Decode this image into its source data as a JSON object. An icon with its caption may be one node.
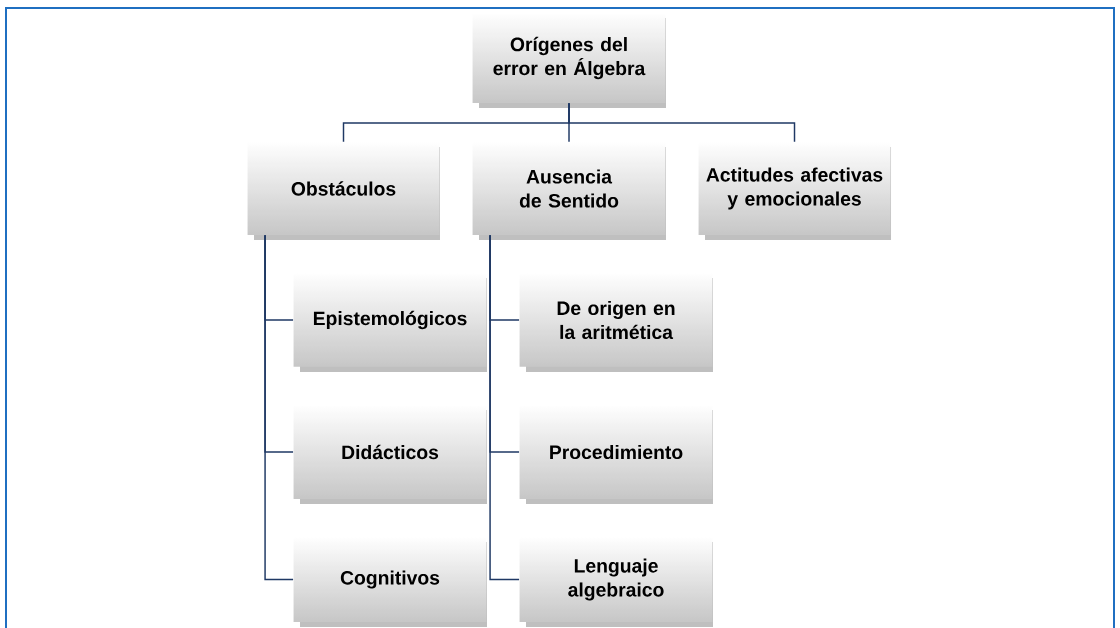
{
  "diagram": {
    "nodes": [
      {
        "text": [
          "Orígenes del error en Álgebra"
        ]
      },
      {
        "text": [
          "Obstáculos"
        ]
      },
      {
        "text": [
          "Ausencia de Sentido"
        ]
      },
      {
        "text": [
          "Actitudes afectivas y emocionales"
        ]
      },
      {
        "text": [
          "Epistemológicos"
        ]
      },
      {
        "text": [
          "Didácticos"
        ]
      },
      {
        "text": [
          "Cognitivos"
        ]
      },
      {
        "text": [
          "De origen en la aritmética"
        ]
      },
      {
        "text": [
          "Procedimiento"
        ]
      },
      {
        "text": [
          "Lenguaje algebraico"
        ]
      }
    ],
    "edges": [
      {
        "from": 0,
        "to": 1,
        "arrow": "none"
      },
      {
        "from": 0,
        "to": 2,
        "arrow": "none"
      },
      {
        "from": 0,
        "to": 3,
        "arrow": "none"
      },
      {
        "from": 1,
        "to": 4,
        "arrow": "none"
      },
      {
        "from": 1,
        "to": 5,
        "arrow": "none"
      },
      {
        "from": 1,
        "to": 6,
        "arrow": "none"
      },
      {
        "from": 2,
        "to": 7,
        "arrow": "none"
      },
      {
        "from": 2,
        "to": 8,
        "arrow": "none"
      },
      {
        "from": 2,
        "to": 9,
        "arrow": "none"
      }
    ]
  }
}
